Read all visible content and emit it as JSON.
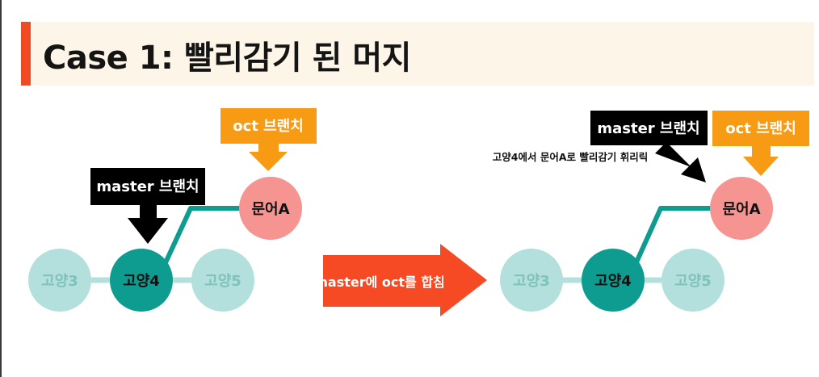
{
  "title": "Case 1: 빨리감기 된 머지",
  "colors": {
    "accent": "#f04a24",
    "title_bg": "#fdf5e8",
    "oct": "#f79a14",
    "master": "#000000",
    "commit_light": "#b3e0dc",
    "commit_light_text": "#7fc2bb",
    "commit_main": "#0f9c90",
    "branch_line": "#0f9c90",
    "commit_oct": "#f59490",
    "merge_arrow": "#f54a23"
  },
  "left": {
    "oct_label": "oct 브랜치",
    "master_label": "master 브랜치",
    "commits": {
      "c3": "고양3",
      "c4": "고양4",
      "c5": "고양5",
      "a": "문어A"
    }
  },
  "merge_arrow_label": "master에 oct를 합침",
  "right": {
    "master_label": "master 브랜치",
    "oct_label": "oct 브랜치",
    "note": "고양4에서 문어A로 빨리감기 휘리릭",
    "commits": {
      "c3": "고양3",
      "c4": "고양4",
      "c5": "고양5",
      "a": "문어A"
    }
  }
}
